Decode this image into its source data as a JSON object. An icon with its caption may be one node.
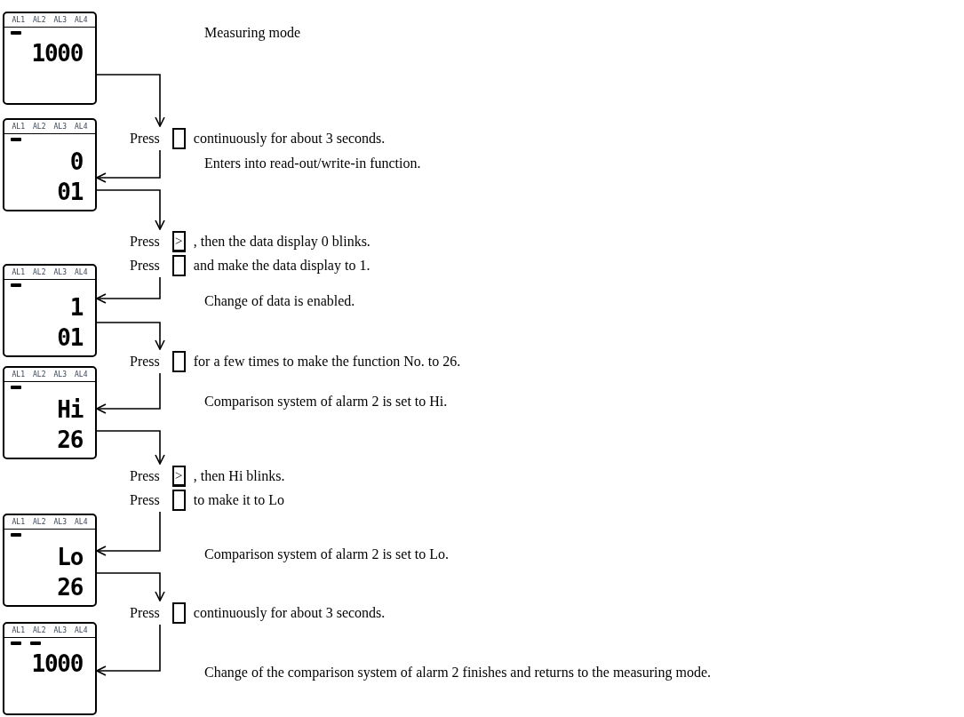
{
  "diagram": {
    "nodes": [
      {
        "text": [
          "AL1",
          "AL2",
          "AL3",
          "AL4",
          "1000"
        ]
      },
      {
        "text": [
          "Press",
          "continuously for about 3 seconds."
        ]
      },
      {
        "text": [
          "AL1",
          "AL2",
          "AL3",
          "AL4",
          "0",
          "01"
        ]
      },
      {
        "text": [
          "Press",
          ">",
          ", then the data display 0 blinks.",
          "Press",
          "and make the data display to 1."
        ]
      },
      {
        "text": [
          "AL1",
          "AL2",
          "AL3",
          "AL4",
          "1",
          "01"
        ]
      },
      {
        "text": [
          "Press",
          "for a few times to make the function No. to 26."
        ]
      },
      {
        "text": [
          "AL1",
          "AL2",
          "AL3",
          "AL4",
          "Hi",
          "26"
        ]
      },
      {
        "text": [
          "Press",
          ">",
          ", then Hi blinks.",
          "Press",
          "to make it to Lo"
        ]
      },
      {
        "text": [
          "AL1",
          "AL2",
          "AL3",
          "AL4",
          "Lo",
          "26"
        ]
      },
      {
        "text": [
          "Press",
          "continuously for about 3 seconds."
        ]
      },
      {
        "text": [
          "AL1",
          "AL2",
          "AL3",
          "AL4",
          "1000"
        ]
      }
    ],
    "edges": [
      {
        "from": 0,
        "to": 1,
        "arrow": "to"
      },
      {
        "from": 1,
        "to": 2,
        "arrow": "to"
      },
      {
        "from": 2,
        "to": 3,
        "arrow": "to"
      },
      {
        "from": 3,
        "to": 4,
        "arrow": "to"
      },
      {
        "from": 4,
        "to": 5,
        "arrow": "to"
      },
      {
        "from": 5,
        "to": 6,
        "arrow": "to"
      },
      {
        "from": 6,
        "to": 7,
        "arrow": "to"
      },
      {
        "from": 7,
        "to": 8,
        "arrow": "to"
      },
      {
        "from": 8,
        "to": 9,
        "arrow": "to"
      },
      {
        "from": 9,
        "to": 10,
        "arrow": "to"
      }
    ],
    "labels": [
      "Measuring mode",
      "Enters into read-out/write-in function.",
      "Change of data is enabled.",
      "Comparison system of alarm 2 is set to Hi.",
      "Comparison system of alarm 2 is set to Lo.",
      "Change of the comparison system of alarm 2 finishes and returns to the measuring mode."
    ]
  }
}
